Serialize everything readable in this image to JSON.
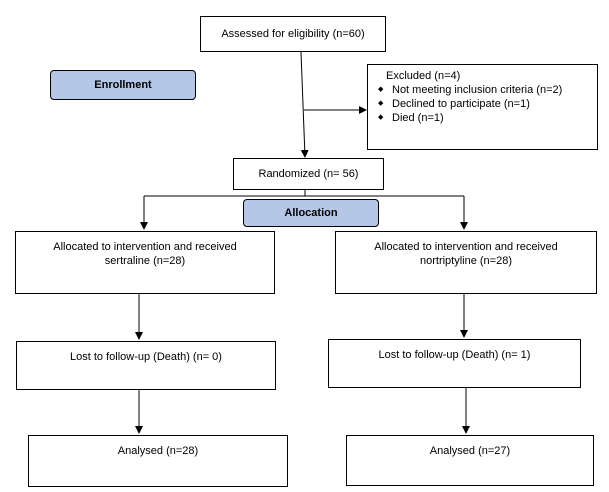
{
  "enrollment_tag": "Enrollment",
  "allocation_tag": "Allocation",
  "assessed": "Assessed for eligibility (n=60)",
  "excluded": {
    "title": "Excluded  (n=4)",
    "reasons": [
      "Not meeting inclusion criteria (n=2)",
      "Declined to participate (n=1)",
      "Died (n=1)"
    ]
  },
  "randomized": "Randomized (n= 56)",
  "left_arm": {
    "allocated_line1": "Allocated to intervention and received",
    "allocated_line2": "sertraline (n=28)",
    "lost": "Lost to follow-up (Death) (n= 0)",
    "analysed": "Analysed (n=28)"
  },
  "right_arm": {
    "allocated_line1": "Allocated to intervention and received",
    "allocated_line2": "nortriptyline (n=28)",
    "lost": "Lost to follow-up (Death) (n= 1)",
    "analysed": "Analysed  (n=27)"
  }
}
